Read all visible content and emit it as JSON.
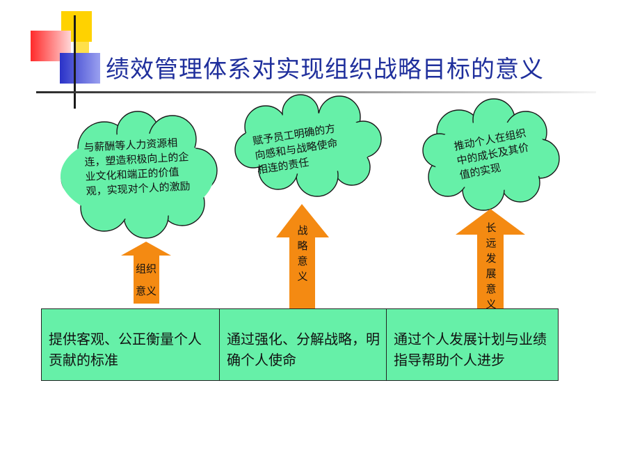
{
  "title": "绩效管理体系对实现组织战略目标的意义",
  "clouds": {
    "left": "与薪酬等人力资源相连，塑造积极向上的企业文化和端正的价值观，实现对个人的激励",
    "middle": "赋予员工明确的方向感和与战略使命相连的责任",
    "right": "推动个人在组织中的成长及其价值的实现"
  },
  "arrows": {
    "left": "组织意义",
    "middle": "战略意义",
    "right": "长远发展意义"
  },
  "boxes": {
    "left": "提供客观、公正衡量个人贡献的标准",
    "middle": "通过强化、分解战略，明确个人使命",
    "right": "通过个人发展计划与业绩指导帮助个人进步"
  },
  "colors": {
    "title": "#1f2f9c",
    "cloud_fill": "#66f0a8",
    "arrow_fill": "#f48a12",
    "box_fill": "#66f0a8"
  }
}
